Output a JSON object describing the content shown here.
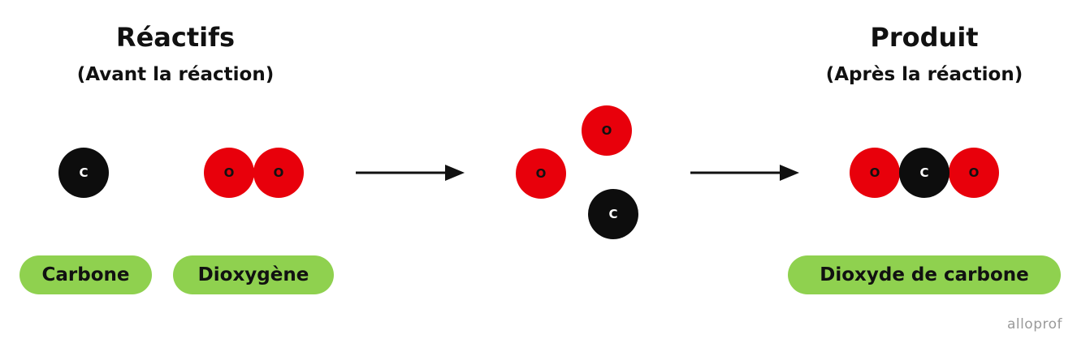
{
  "colors": {
    "oxygen": "#e8000b",
    "carbon": "#0d0d0d",
    "label_background": "#8fd14f",
    "text": "#111111",
    "brand": "#9a9a9a"
  },
  "reactants": {
    "title": "Réactifs",
    "subtitle": "(Avant la réaction)"
  },
  "product": {
    "title": "Produit",
    "subtitle": "(Après la réaction)"
  },
  "atoms": {
    "carbon_symbol": "C",
    "oxygen_symbol": "O"
  },
  "labels": {
    "carbone": "Carbone",
    "dioxygene": "Dioxygène",
    "dioxyde_de_carbone": "Dioxyde de carbone"
  },
  "brand": "alloprof"
}
